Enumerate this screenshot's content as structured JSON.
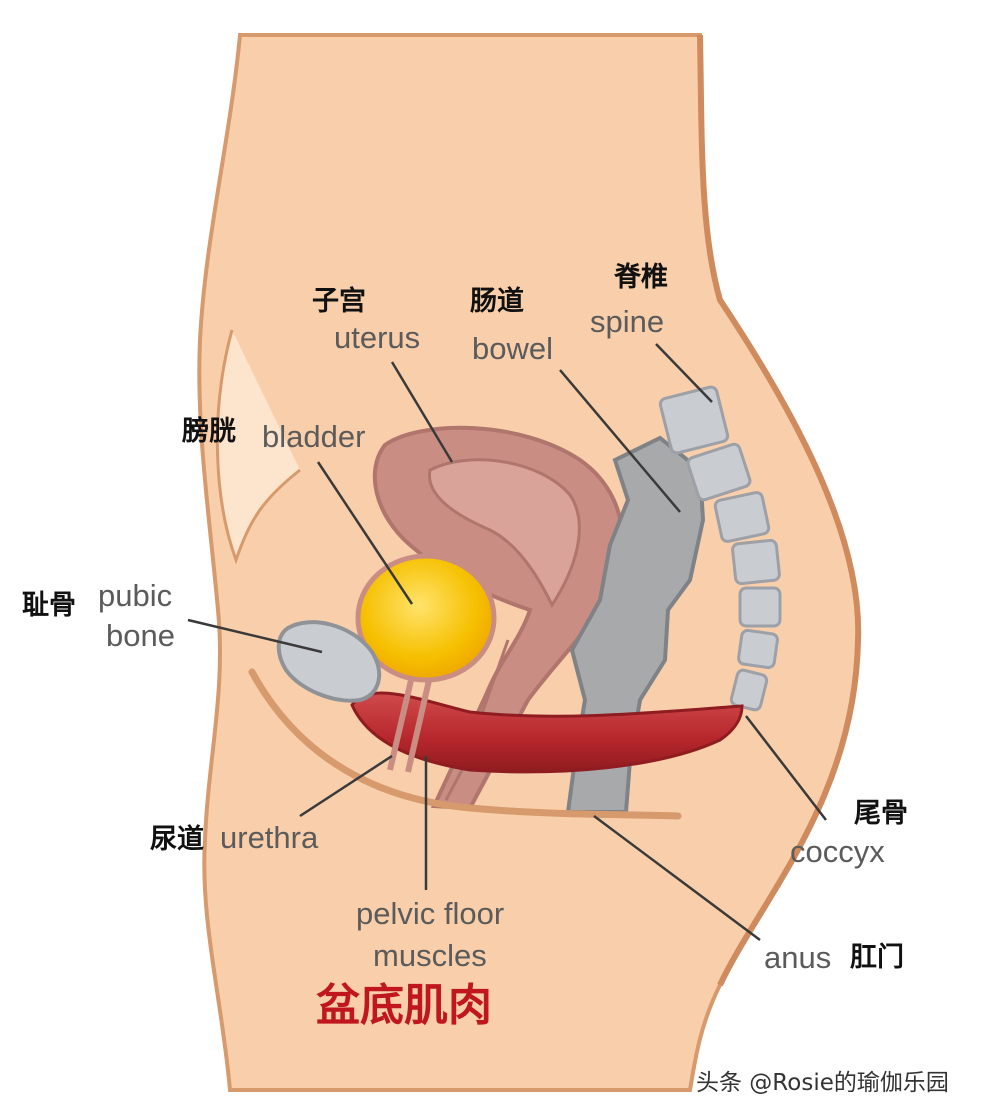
{
  "labels": {
    "uterus": {
      "zh": "子宫",
      "en": "uterus"
    },
    "bowel": {
      "zh": "肠道",
      "en": "bowel"
    },
    "spine": {
      "zh": "脊椎",
      "en": "spine"
    },
    "bladder": {
      "zh": "膀胱",
      "en": "bladder"
    },
    "pubic_bone": {
      "zh": "耻骨",
      "en_line1": "pubic",
      "en_line2": "bone"
    },
    "urethra": {
      "zh": "尿道",
      "en": "urethra"
    },
    "pelvic_floor": {
      "en_line1": "pelvic floor",
      "en_line2": "muscles"
    },
    "coccyx": {
      "zh": "尾骨",
      "en": "coccyx"
    },
    "anus": {
      "zh": "肛门",
      "en": "anus"
    }
  },
  "title": "盆底肌肉",
  "watermark": "头条 @Rosie的瑜伽乐园",
  "colors": {
    "skin": "#f8cfaa",
    "skin_outline": "#d69a6d",
    "uterus": "#c98d83",
    "uterus_outline": "#b0756c",
    "bladder": "#f6c000",
    "bowel": "#a8a9ab",
    "bone": "#c9ccd1",
    "muscle": "#b5262b",
    "title": "#c0171c",
    "label_text": "#5b5b5b",
    "leader_line": "#3a3a3a"
  }
}
